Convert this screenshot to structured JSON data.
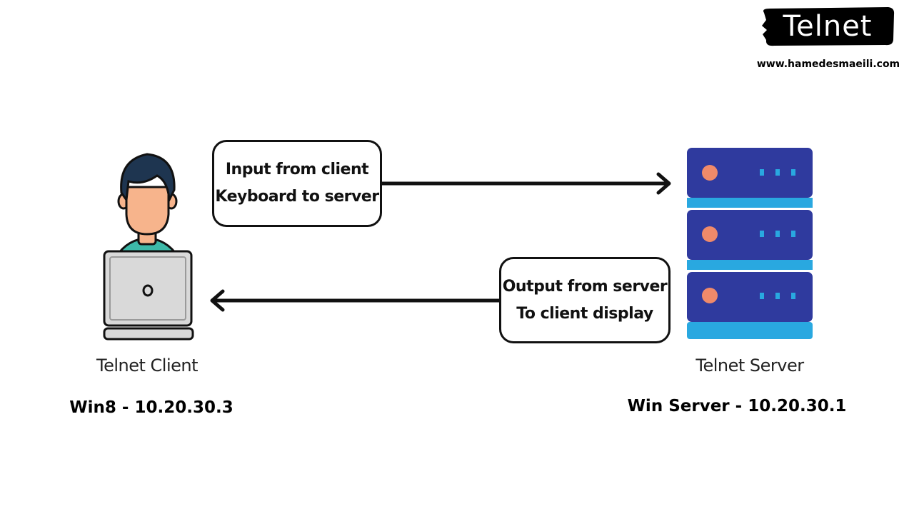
{
  "brand": {
    "badge_text": "Telnet",
    "website": "www.hamedesmaeili.com"
  },
  "messages": {
    "input": {
      "line1": "Input from client",
      "line2": "Keyboard to server"
    },
    "output": {
      "line1": "Output from server",
      "line2": "To client display"
    }
  },
  "client": {
    "name": "Telnet Client",
    "host": "Win8 - 10.20.30.3",
    "icon": "user-laptop-icon"
  },
  "server": {
    "name": "Telnet Server",
    "host": "Win Server - 10.20.30.1",
    "icon": "server-rack-icon"
  },
  "colors": {
    "server_body": "#2F3A9E",
    "server_stripe": "#29A8E0",
    "server_led": "#F08A6A",
    "skin": "#F7B48C",
    "hair": "#1E3550",
    "shirt": "#3DB9A8",
    "laptop": "#D9D9D9"
  }
}
